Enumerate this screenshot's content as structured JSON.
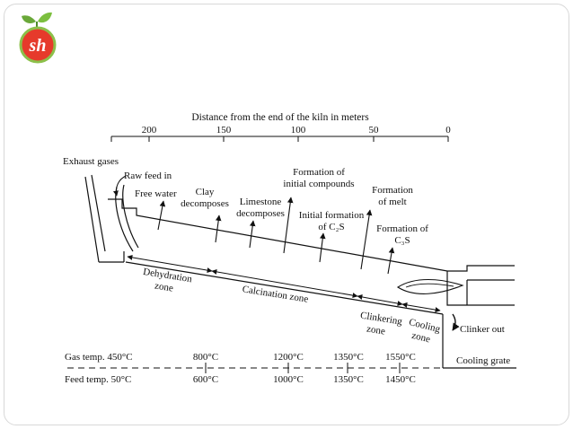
{
  "logo": {
    "text": "sh",
    "leaf_color": "#6aa839",
    "circle_color": "#e63a2b"
  },
  "axis": {
    "title": "Distance from the end of the kiln in meters",
    "ticks": [
      "200",
      "150",
      "100",
      "50",
      "0"
    ]
  },
  "labels": {
    "exhaust": "Exhaust gases",
    "raw_feed": "Raw feed in",
    "free_water": "Free water",
    "clay_1": "Clay",
    "clay_2": "decomposes",
    "limestone_1": "Limestone",
    "limestone_2": "decomposes",
    "initial_compounds_1": "Formation of",
    "initial_compounds_2": "initial compounds",
    "c2s_1": "Initial formation",
    "c2s_2": "of C₂S",
    "melt_1": "Formation",
    "melt_2": "of melt",
    "c3s_1": "Formation of",
    "c3s_2": "C₃S",
    "clinker_out": "Clinker out",
    "cooling_grate": "Cooling grate"
  },
  "zones": {
    "dehydration_1": "Dehydration",
    "dehydration_2": "zone",
    "calcination": "Calcination zone",
    "clinkering_1": "Clinkering",
    "clinkering_2": "zone",
    "cooling_1": "Cooling",
    "cooling_2": "zone"
  },
  "temps": {
    "gas_label": "Gas temp. 450°C",
    "gas_values": [
      "800°C",
      "1200°C",
      "1350°C",
      "1550°C"
    ],
    "feed_label": "Feed temp. 50°C",
    "feed_values": [
      "600°C",
      "1000°C",
      "1350°C",
      "1450°C"
    ]
  }
}
